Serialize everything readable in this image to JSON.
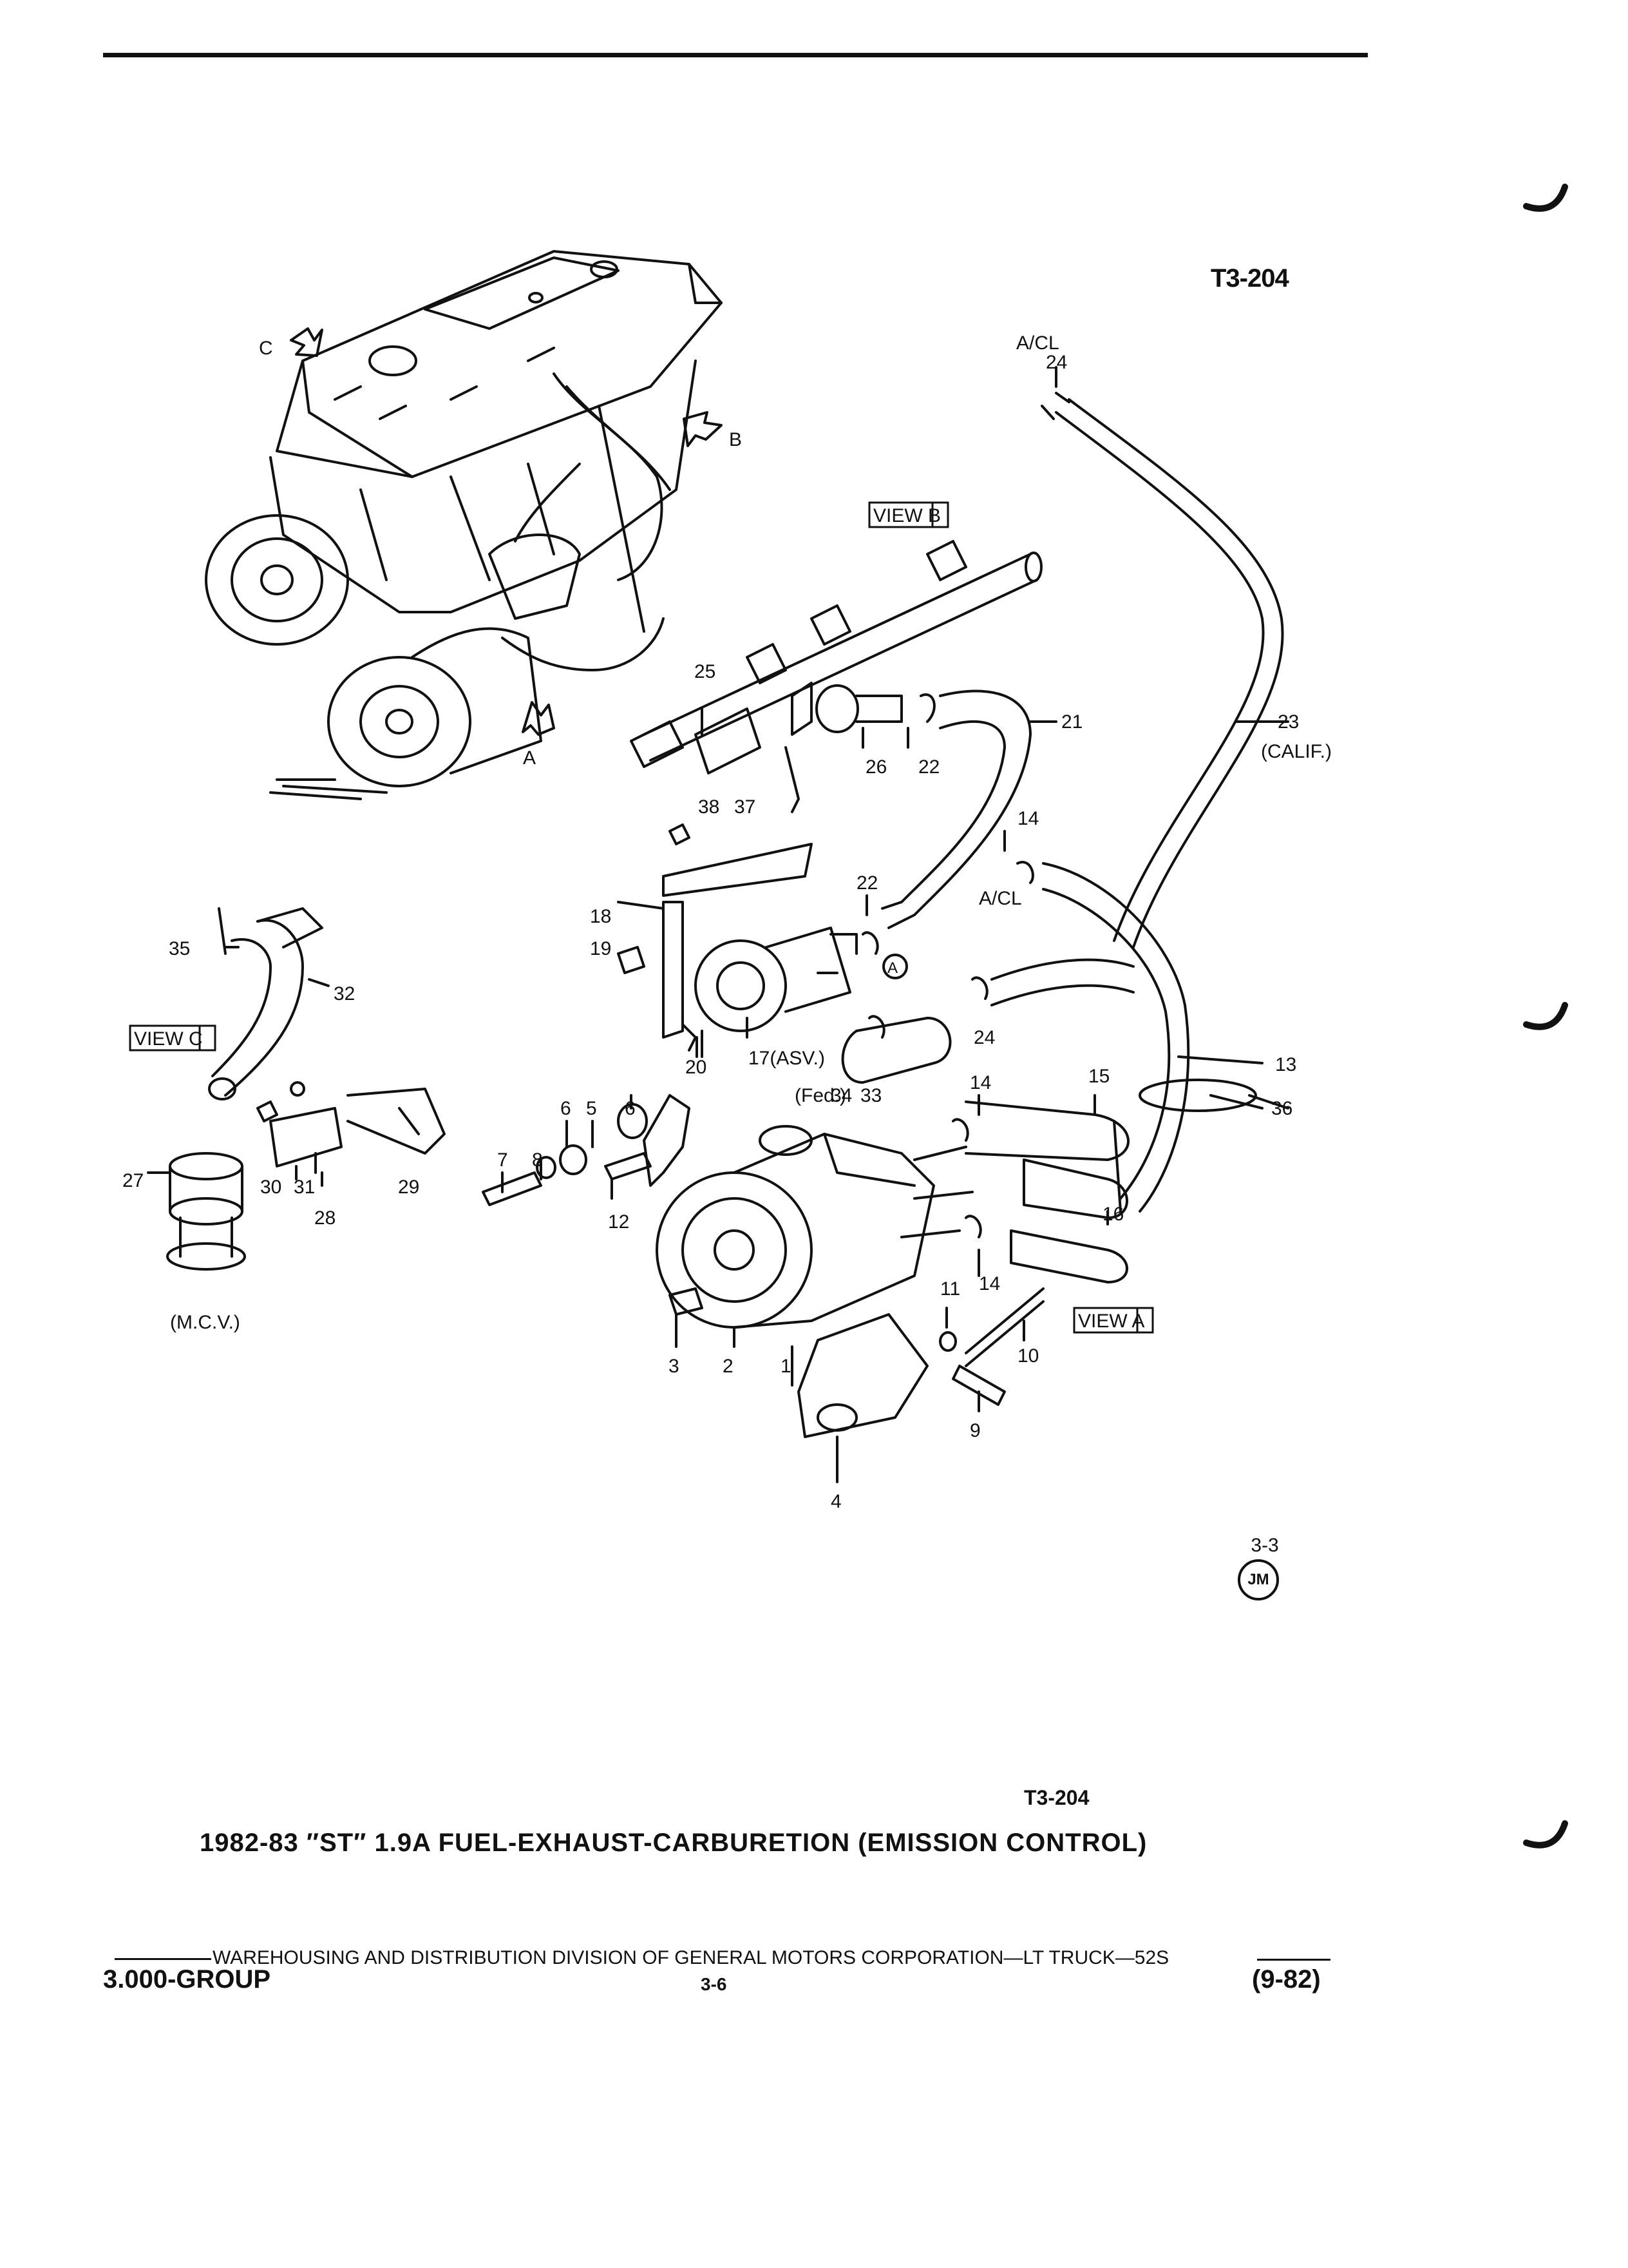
{
  "header": {
    "diagram_code": "T3-204"
  },
  "diagram": {
    "view_labels": {
      "b": "VIEW B",
      "a": "VIEW A",
      "c": "VIEW C"
    },
    "arrow_labels": {
      "c": "C",
      "b": "B",
      "a": "A"
    },
    "callouts": [
      "1",
      "2",
      "3",
      "4",
      "5",
      "6",
      "6",
      "7",
      "8",
      "9",
      "10",
      "11",
      "12",
      "13",
      "14",
      "14",
      "14",
      "15",
      "16",
      "17(ASV.)",
      "18",
      "19",
      "20",
      "21",
      "22",
      "22",
      "23",
      "24",
      "24",
      "25",
      "26",
      "27",
      "28",
      "29",
      "30",
      "31",
      "32",
      "33",
      "34",
      "35",
      "36",
      "37",
      "38"
    ],
    "notes": {
      "acl_top": "A/CL",
      "acl_mid": "A/CL",
      "calif": "(CALIF.)",
      "fed": "(Fed.)",
      "mcv": "(M.C.V.)",
      "circle_a": "A"
    }
  },
  "page_ref": {
    "section": "3-3",
    "badge": "JM"
  },
  "bottom_code": "T3-204",
  "title": "1982-83 ″ST″ 1.9A FUEL-EXHAUST-CARBURETION (EMISSION CONTROL)",
  "footer": {
    "division": "WAREHOUSING AND DISTRIBUTION  DIVISION OF GENERAL MOTORS CORPORATION—LT TRUCK—52S",
    "group": "3.000-GROUP",
    "page": "3-6",
    "date": "(9-82)"
  }
}
